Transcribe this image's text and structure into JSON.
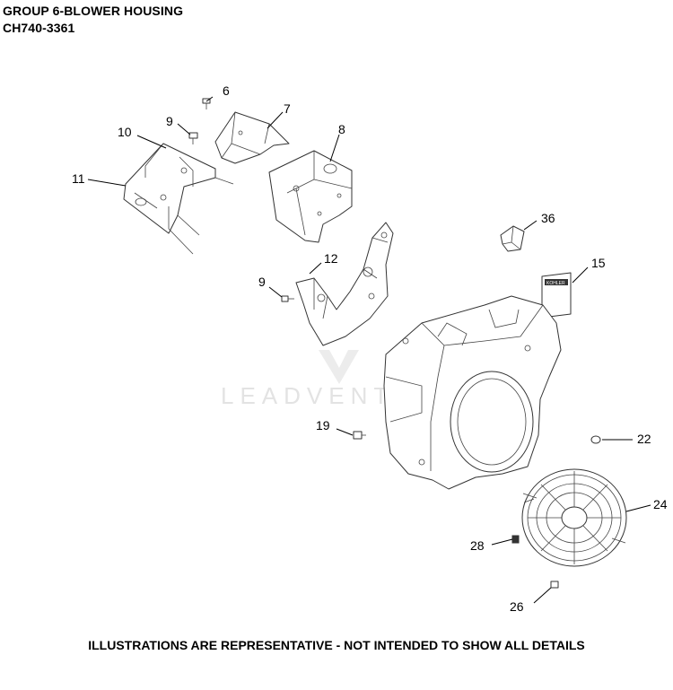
{
  "header": {
    "group_title": "GROUP 6-BLOWER HOUSING",
    "model": "CH740-3361"
  },
  "watermark": {
    "text": "LEADVENTURE",
    "color": "#e3e3e3"
  },
  "callouts": [
    "6",
    "7",
    "8",
    "9",
    "10",
    "11",
    "12",
    "9",
    "36",
    "15",
    "19",
    "22",
    "24",
    "28",
    "26"
  ],
  "decal_text": "KOHLER",
  "footer": {
    "disclaimer": "ILLUSTRATIONS ARE REPRESENTATIVE - NOT INTENDED TO SHOW ALL DETAILS"
  }
}
